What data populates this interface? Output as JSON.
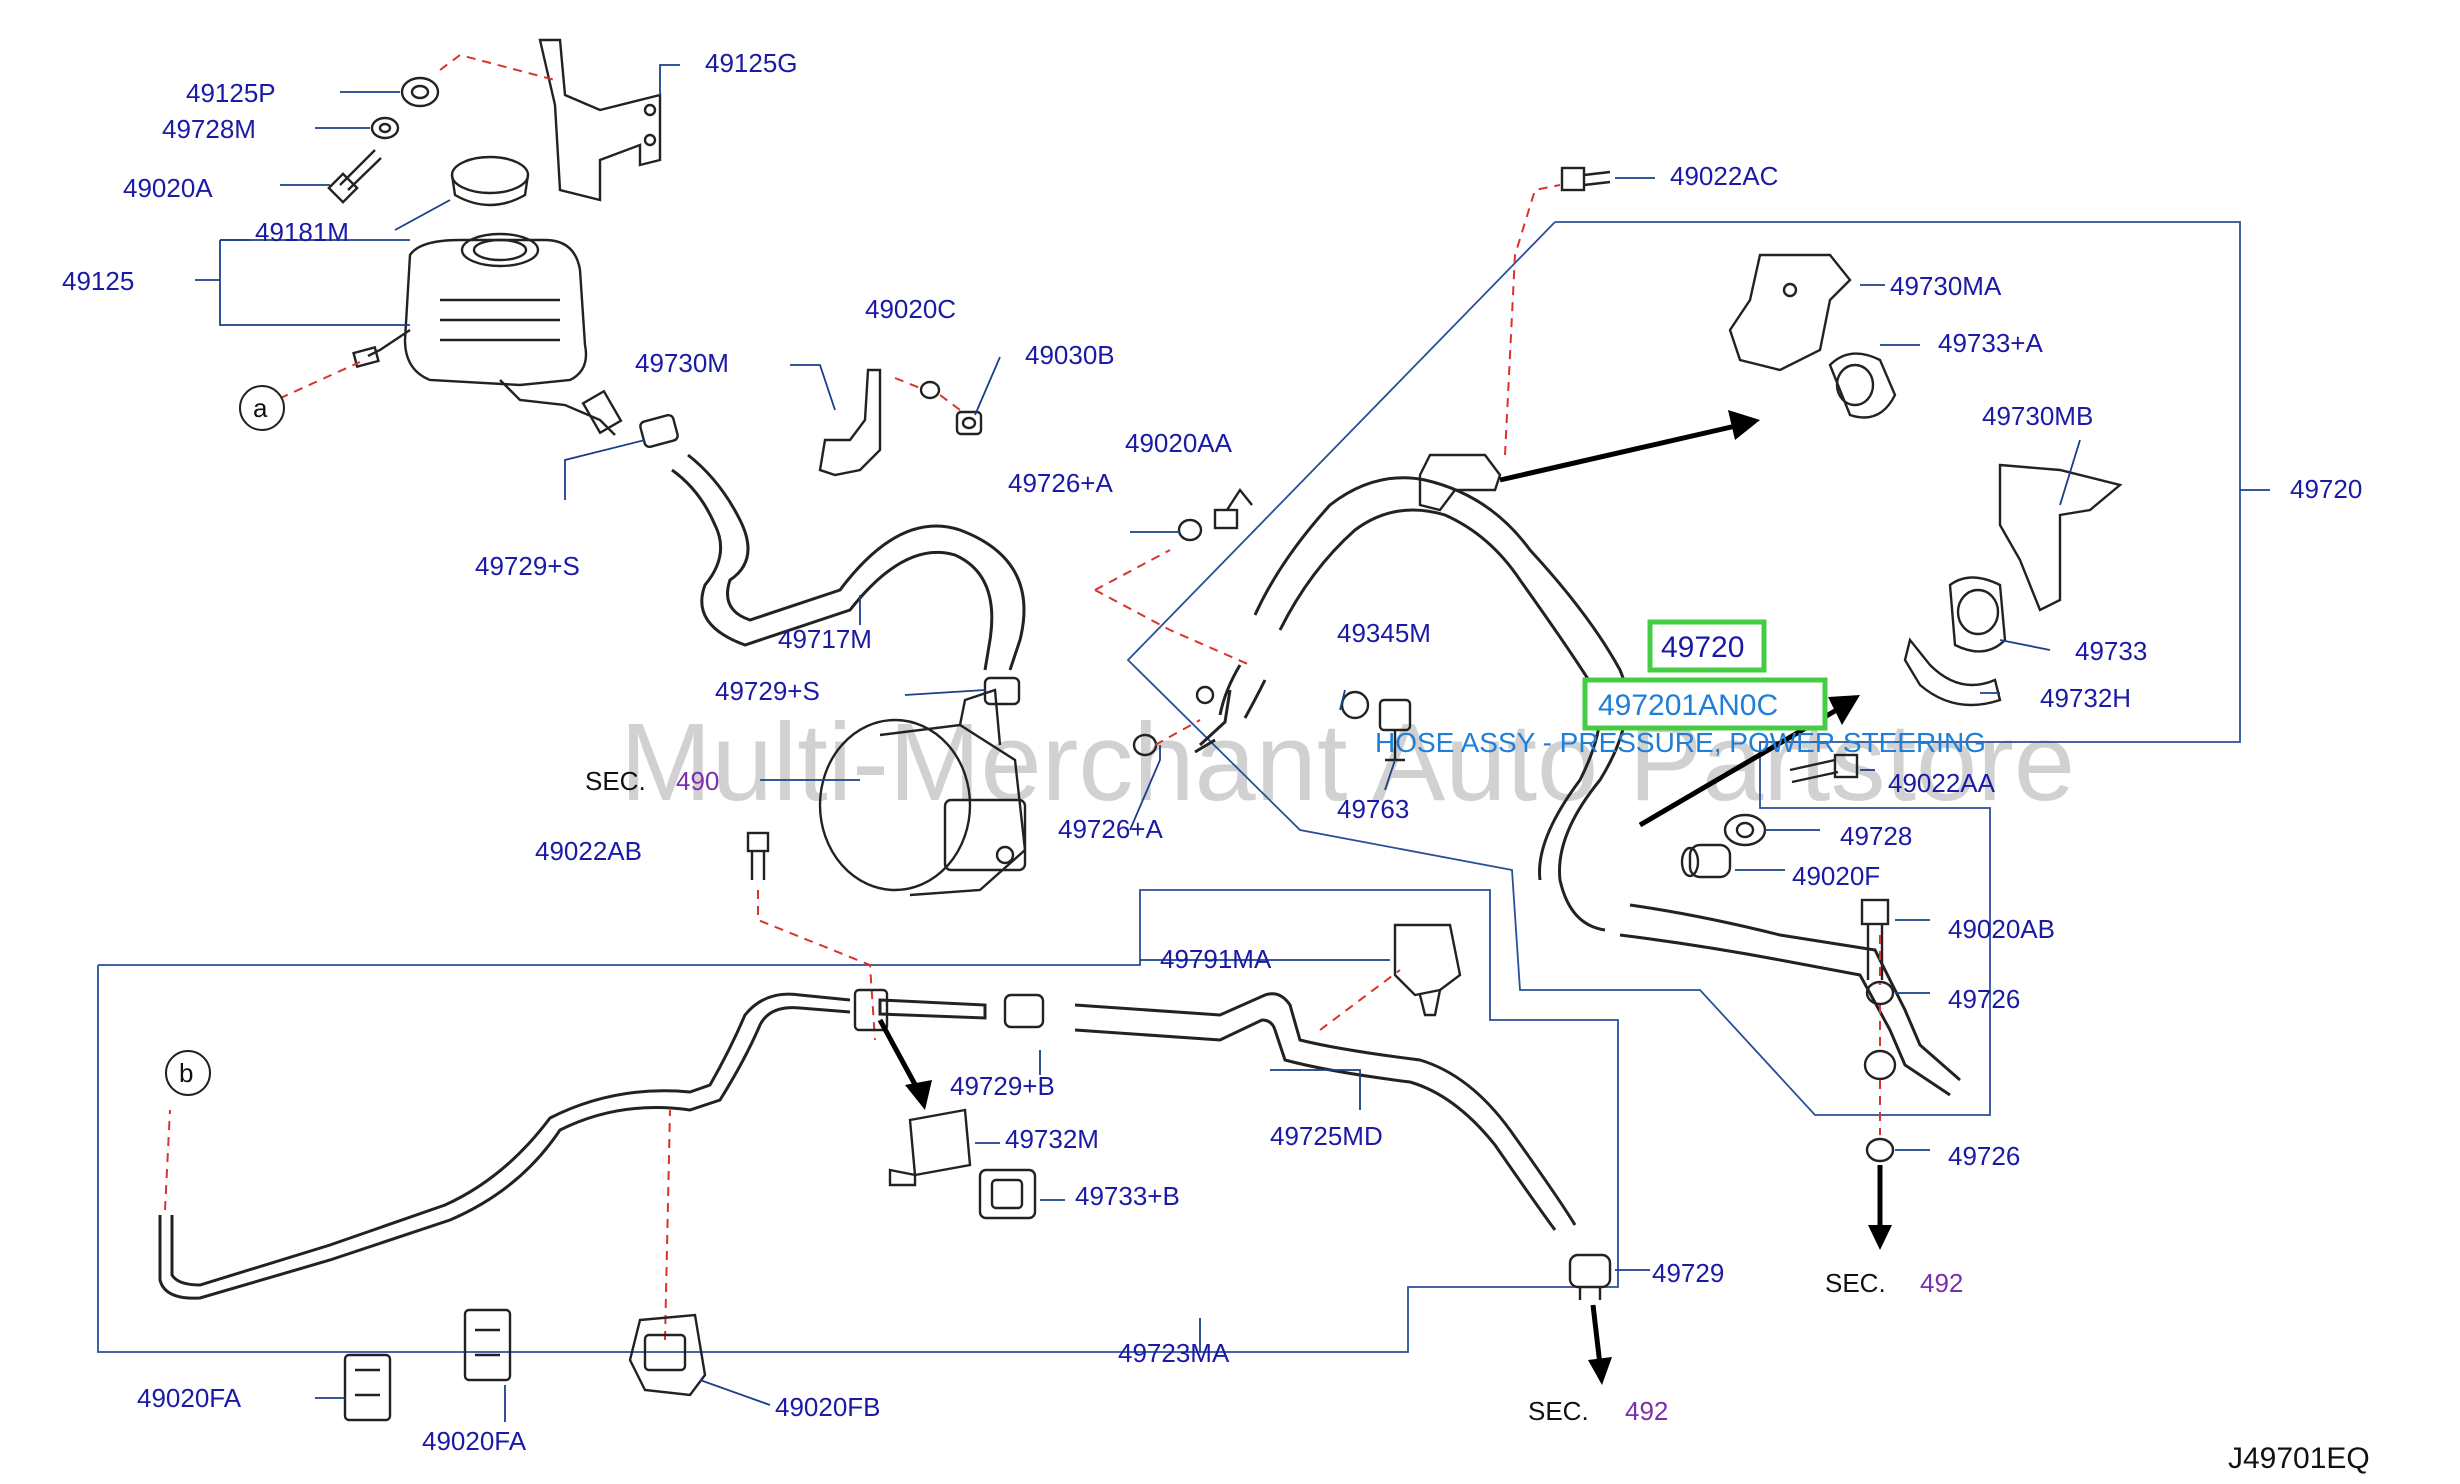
{
  "diagram": {
    "watermark": "Multi-Merchant Auto Partstore",
    "drawing_code": "J49701EQ",
    "highlight": {
      "part_number": "49720",
      "oem_number": "497201AN0C",
      "description": "HOSE ASSY - PRESSURE, POWER STEERING"
    },
    "section_refs": [
      {
        "prefix": "SEC.",
        "number": "490"
      },
      {
        "prefix": "SEC.",
        "number": "492"
      },
      {
        "prefix": "SEC.",
        "number": "492"
      }
    ],
    "circle_refs": [
      "a",
      "b"
    ],
    "part_labels": [
      "49125P",
      "49728M",
      "49020A",
      "49181M",
      "49125",
      "49125G",
      "49730M",
      "49020C",
      "49030B",
      "49729+S",
      "49717M",
      "49729+S",
      "49022AB",
      "49020AA",
      "49726+A",
      "49345M",
      "49726+A",
      "49763",
      "49022AC",
      "49730MA",
      "49733+A",
      "49730MB",
      "49720",
      "49733",
      "49732H",
      "49022AA",
      "49728",
      "49020F",
      "49020AB",
      "49726",
      "49726",
      "49791MA",
      "49729+B",
      "49732M",
      "49733+B",
      "49725MD",
      "49723MA",
      "49729",
      "49020FA",
      "49020FA",
      "49020FB"
    ]
  }
}
